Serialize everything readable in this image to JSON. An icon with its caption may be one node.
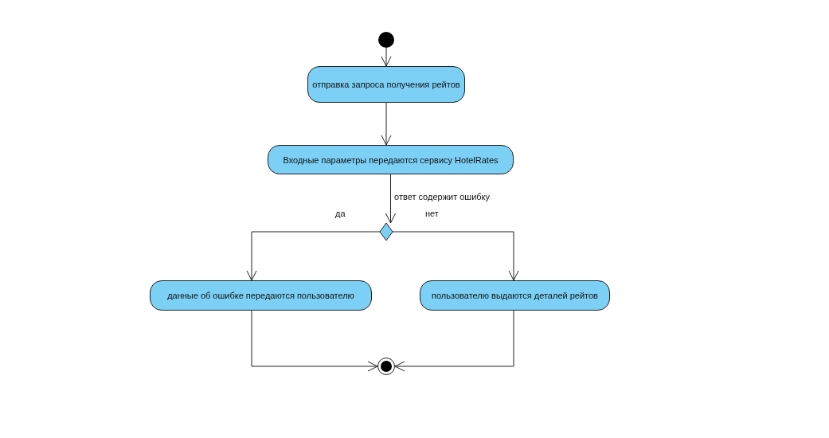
{
  "diagram": {
    "nodes": [
      {
        "text": [],
        "shape": "circle"
      },
      {
        "text": [
          "отправка запроса получения рейтов"
        ]
      },
      {
        "text": [
          "Входные параметры передаются сервису HotelRates"
        ]
      },
      {
        "text": [],
        "shape": "diamond"
      },
      {
        "text": [
          "данные об ошибке передаются пользователю"
        ]
      },
      {
        "text": [
          "пользователю выдаются деталей рейтов"
        ]
      },
      {
        "text": [],
        "shape": "circle"
      }
    ],
    "edges": [
      {
        "from": 0,
        "to": 1,
        "arrow": "to"
      },
      {
        "from": 1,
        "to": 2,
        "arrow": "to"
      },
      {
        "from": 2,
        "to": 3,
        "arrow": "to",
        "label": "ответ содержит ошибку"
      },
      {
        "from": 3,
        "to": 4,
        "arrow": "to",
        "label": "да"
      },
      {
        "from": 3,
        "to": 5,
        "arrow": "to",
        "label": "нет"
      },
      {
        "from": 4,
        "to": 6,
        "arrow": "to"
      },
      {
        "from": 5,
        "to": 6,
        "arrow": "to"
      }
    ]
  }
}
